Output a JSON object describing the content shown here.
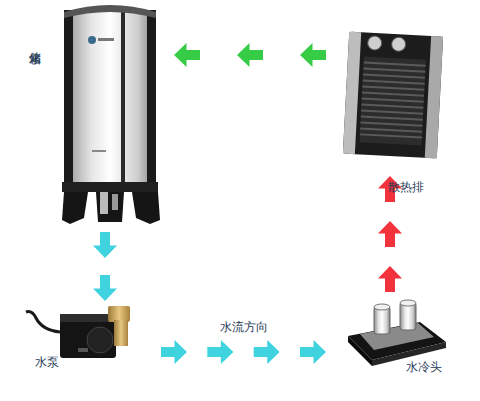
{
  "diagram": {
    "nodes": [
      {
        "text": [
          "储水箱"
        ]
      },
      {
        "text": [
          "散热排"
        ]
      },
      {
        "text": [
          "水泵"
        ]
      },
      {
        "text": [
          "水冷头"
        ]
      }
    ],
    "edges": [
      {
        "from": 0,
        "to": 2,
        "arrow": "to"
      },
      {
        "from": 2,
        "to": 3,
        "label": "水流方向",
        "arrow": "to"
      },
      {
        "from": 3,
        "to": 1,
        "arrow": "to"
      },
      {
        "from": 1,
        "to": 0,
        "arrow": "to"
      }
    ]
  }
}
